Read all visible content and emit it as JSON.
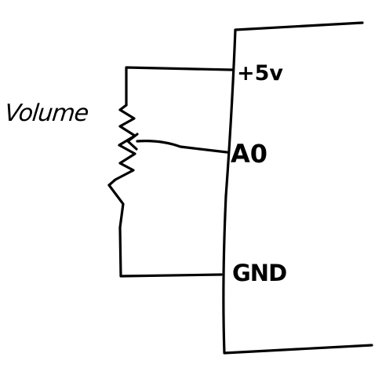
{
  "labels": {
    "volume": "Volume",
    "supply": "+5v",
    "analog_pin": "A0",
    "ground": "GND"
  },
  "colors": {
    "ink": "#000000",
    "paper": "#ffffff"
  }
}
